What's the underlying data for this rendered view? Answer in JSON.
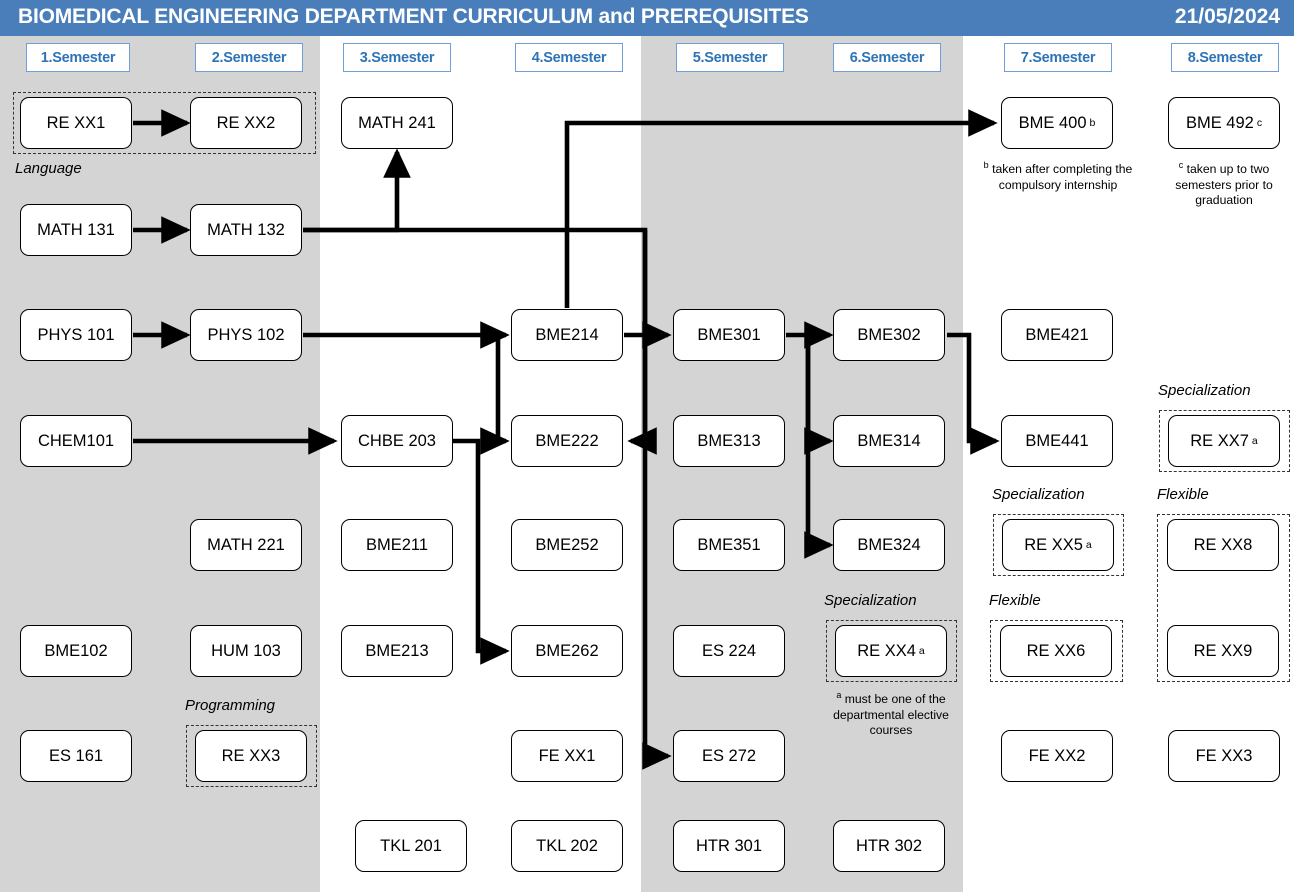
{
  "header": {
    "title": "BIOMEDICAL ENGINEERING DEPARTMENT CURRICULUM and PREREQUISITES",
    "date": "21/05/2024",
    "bar_color": "#4a7ebb"
  },
  "semesters": [
    {
      "label": "1.Semester"
    },
    {
      "label": "2.Semester"
    },
    {
      "label": "3.Semester"
    },
    {
      "label": "4.Semester"
    },
    {
      "label": "5.Semester"
    },
    {
      "label": "6.Semester"
    },
    {
      "label": "7.Semester"
    },
    {
      "label": "8.Semester"
    }
  ],
  "courses": {
    "re_xx1": "RE XX1",
    "re_xx2": "RE XX2",
    "math241": "MATH 241",
    "bme400": "BME 400",
    "bme400_sup": "b",
    "bme492": "BME 492",
    "bme492_sup": "c",
    "math131": "MATH 131",
    "math132": "MATH 132",
    "phys101": "PHYS 101",
    "phys102": "PHYS 102",
    "bme214": "BME214",
    "bme301": "BME301",
    "bme302": "BME302",
    "bme421": "BME421",
    "chem101": "CHEM101",
    "chbe203": "CHBE 203",
    "bme222": "BME222",
    "bme313": "BME313",
    "bme314": "BME314",
    "bme441": "BME441",
    "re_xx7": "RE XX7",
    "re_xx7_sup": "a",
    "math221": "MATH 221",
    "bme211": "BME211",
    "bme252": "BME252",
    "bme351": "BME351",
    "bme324": "BME324",
    "re_xx5": "RE XX5",
    "re_xx5_sup": "a",
    "re_xx8": "RE XX8",
    "bme102": "BME102",
    "hum103": "HUM 103",
    "bme213": "BME213",
    "bme262": "BME262",
    "es224": "ES 224",
    "re_xx4": "RE XX4",
    "re_xx4_sup": "a",
    "re_xx6": "RE XX6",
    "re_xx9": "RE XX9",
    "es161": "ES 161",
    "re_xx3": "RE XX3",
    "fe_xx1": "FE XX1",
    "es272": "ES 272",
    "fe_xx2": "FE XX2",
    "fe_xx3": "FE XX3",
    "tkl201": "TKL 201",
    "tkl202": "TKL 202",
    "htr301": "HTR 301",
    "htr302": "HTR 302"
  },
  "captions": {
    "language": "Language",
    "programming": "Programming",
    "specialization_s6": "Specialization",
    "specialization_s7": "Specialization",
    "specialization_s8": "Specialization",
    "flexible_s7": "Flexible",
    "flexible_s8": "Flexible"
  },
  "notes": {
    "note_b_sup": "b",
    "note_b": "taken after completing the compulsory internship",
    "note_c_sup": "c",
    "note_c": "taken up to two semesters prior to graduation",
    "note_a_sup": "a",
    "note_a": "must be one of the departmental elective courses"
  },
  "colors": {
    "header_bar": "#4a7ebb",
    "band_gray": "#d4d4d4",
    "semester_text": "#2e74b5",
    "semester_border": "#6f9ed8",
    "box_border": "#000000",
    "wire": "#000000"
  }
}
